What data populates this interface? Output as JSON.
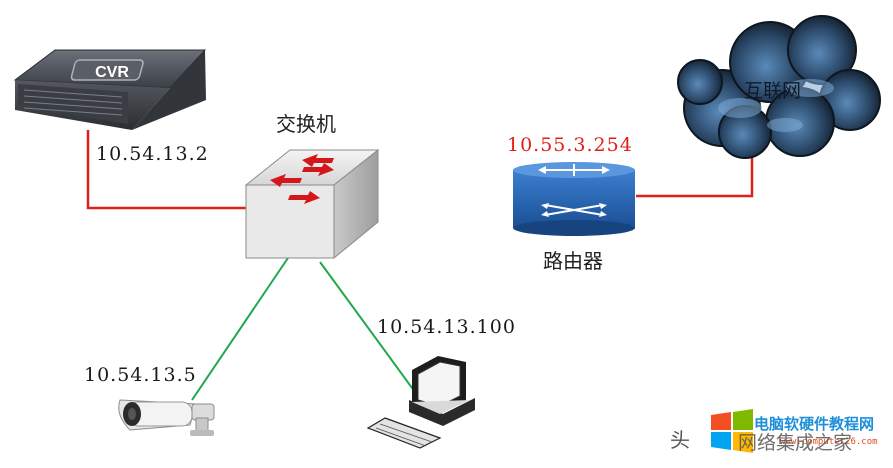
{
  "devices": {
    "cvr": {
      "badge": "CVR",
      "ip": "10.54.13.2"
    },
    "switch": {
      "name": "交换机"
    },
    "router": {
      "name": "路由器",
      "ip": "10.55.3.254"
    },
    "internet": {
      "name": "互联网"
    },
    "camera": {
      "ip": "10.54.13.5"
    },
    "pc": {
      "ip": "10.54.13.100"
    }
  },
  "watermark": {
    "brand": "电脑软硬件教程网",
    "url": "www.computer26.com",
    "prefix": "头",
    "suffix": "网络集成之家"
  },
  "colors": {
    "red_link": "#e0201b",
    "green_link": "#21a84a",
    "router_blue": "#1f5fae",
    "cloud_dark": "#1b2a3c"
  },
  "icons": [
    "server-icon",
    "switch-icon",
    "router-icon",
    "cloud-icon",
    "camera-icon",
    "pc-icon",
    "windows-logo-icon"
  ]
}
